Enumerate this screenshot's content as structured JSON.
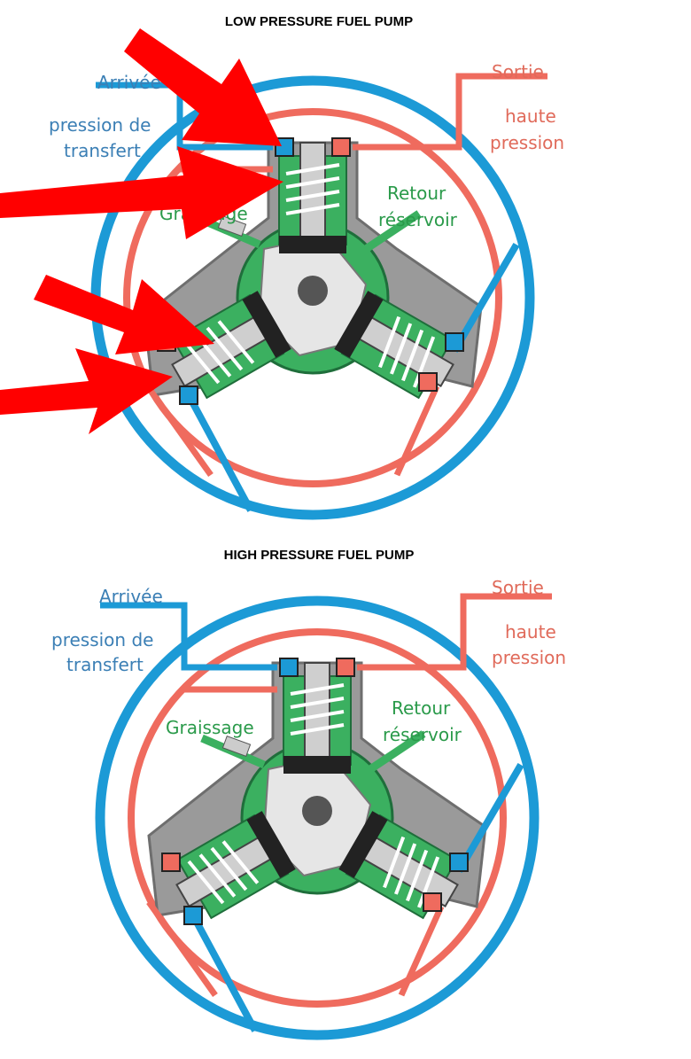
{
  "diagrams": [
    {
      "title": "LOW PRESSURE FUEL PUMP",
      "labels": {
        "inlet": "Arrivée",
        "transfer_1": "pression de",
        "transfer_2": "transfert",
        "outlet": "Sortie",
        "high_1": "haute",
        "high_2": "pression",
        "lube": "Graissage",
        "return_1": "Retour",
        "return_2": "réservoir"
      }
    },
    {
      "title": "HIGH PRESSURE FUEL PUMP",
      "labels": {
        "inlet": "Arrivée",
        "transfer_1": "pression de",
        "transfer_2": "transfert",
        "outlet": "Sortie",
        "high_1": "haute",
        "high_2": "pression",
        "lube": "Graissage",
        "return_1": "Retour",
        "return_2": "réservoir"
      }
    }
  ],
  "colors": {
    "low_pressure_line": "#1c9ad6",
    "high_pressure_line": "#ef6b5e",
    "pump_body": "#9a9a9a",
    "cam_ring": "#3bb060",
    "cam": "#e6e6e6",
    "annotation_arrow": "#ff0000"
  }
}
